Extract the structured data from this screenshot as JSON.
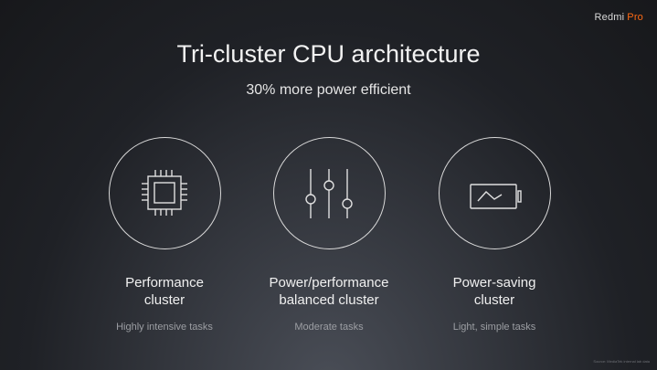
{
  "brand": {
    "name": "Redmi",
    "accent": "Pro",
    "accent_color": "#ff6a13"
  },
  "title": "Tri-cluster CPU architecture",
  "subtitle": "30% more power efficient",
  "clusters": [
    {
      "icon": "cpu-chip-icon",
      "name": "Performance\ncluster",
      "desc": "Highly intensive tasks"
    },
    {
      "icon": "sliders-icon",
      "name": "Power/performance\nbalanced cluster",
      "desc": "Moderate tasks"
    },
    {
      "icon": "battery-icon",
      "name": "Power-saving\ncluster",
      "desc": "Light, simple tasks"
    }
  ],
  "source": "Source: MediaTek internal lab data"
}
